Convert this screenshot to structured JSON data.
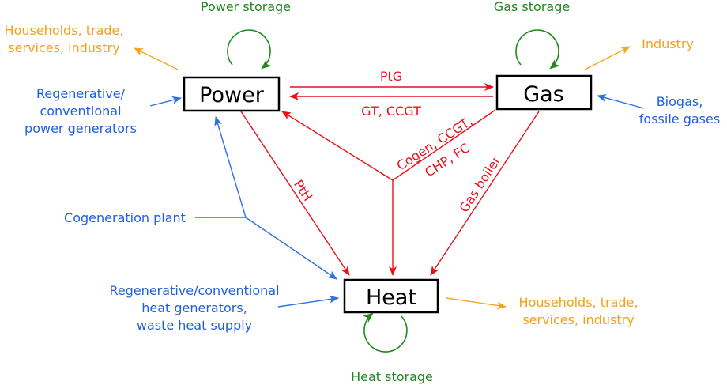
{
  "nodes": {
    "power": "Power",
    "gas": "Gas",
    "heat": "Heat"
  },
  "storage": {
    "power": "Power storage",
    "gas": "Gas storage",
    "heat": "Heat storage"
  },
  "flows": {
    "ptg": "PtG",
    "gt_ccgt": "GT, CCGT",
    "pth": "PtH",
    "cogen_line1": "Cogen, CCGT,",
    "cogen_line2": "CHP, FC",
    "gas_boiler": "Gas boiler"
  },
  "sinks": {
    "power_line1": "Households, trade,",
    "power_line2": "services, industry",
    "gas": "Industry",
    "heat_line1": "Households, trade,",
    "heat_line2": "services, industry"
  },
  "sources": {
    "power_line1": "Regenerative/",
    "power_line2": "conventional",
    "power_line3": "power generators",
    "gas_line1": "Biogas,",
    "gas_line2": "fossile gases",
    "cogen": "Cogeneration plant",
    "heat_line1": "Regenerative/conventional",
    "heat_line2": "heat generators,",
    "heat_line3": "waste heat supply"
  },
  "colors": {
    "conversion": "#e8101a",
    "source": "#1f5fe0",
    "sink": "#f5a01a",
    "storage": "#1e8a1e"
  }
}
